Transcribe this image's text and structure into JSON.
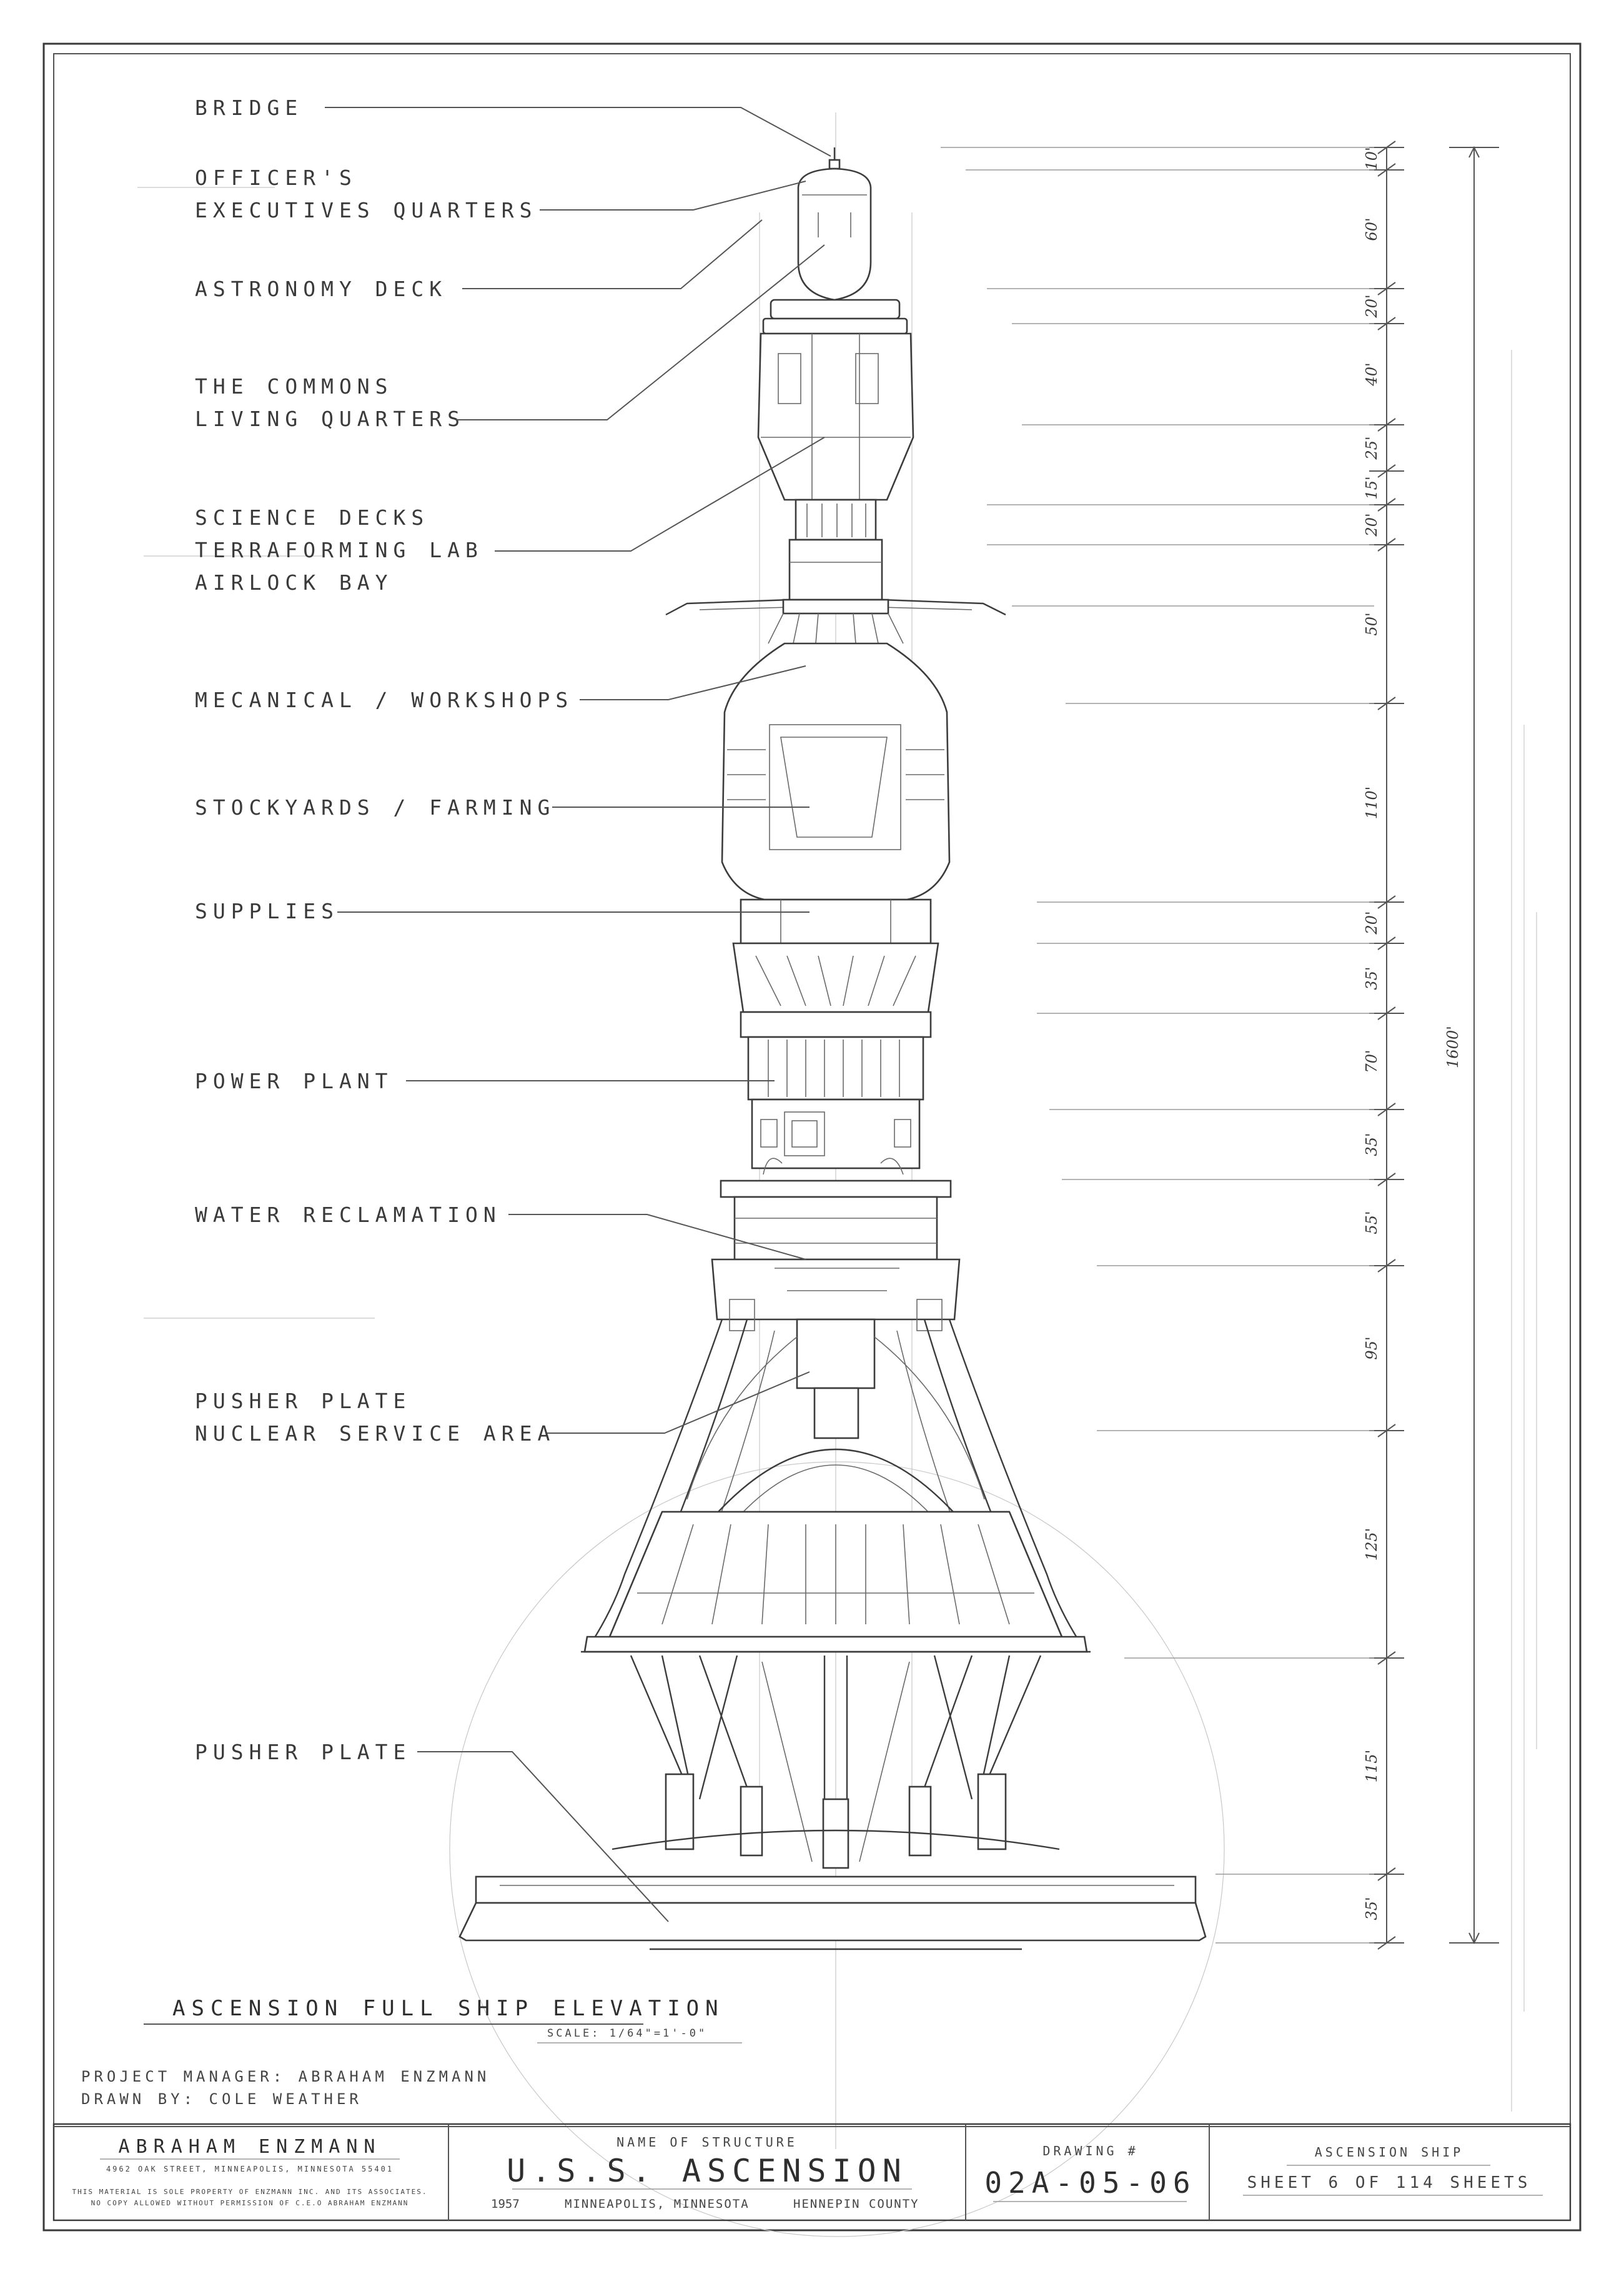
{
  "drawing_title": "ASCENSION FULL SHIP ELEVATION",
  "scale": "SCALE: 1/64\"=1'-0\"",
  "credits": {
    "project_manager": "PROJECT MANAGER: ABRAHAM ENZMANN",
    "drawn_by": "DRAWN BY: COLE WEATHER"
  },
  "labels": [
    {
      "line1": "BRIDGE",
      "line2": ""
    },
    {
      "line1": "OFFICER'S",
      "line2": "EXECUTIVES QUARTERS"
    },
    {
      "line1": "ASTRONOMY DECK",
      "line2": ""
    },
    {
      "line1": "THE COMMONS",
      "line2": "LIVING QUARTERS"
    },
    {
      "line1": "SCIENCE DECKS",
      "line2": "TERRAFORMING LAB",
      "line3": "AIRLOCK BAY"
    },
    {
      "line1": "MECANICAL / WORKSHOPS",
      "line2": ""
    },
    {
      "line1": "STOCKYARDS / FARMING",
      "line2": ""
    },
    {
      "line1": "SUPPLIES",
      "line2": ""
    },
    {
      "line1": "POWER PLANT",
      "line2": ""
    },
    {
      "line1": "WATER RECLAMATION",
      "line2": ""
    },
    {
      "line1": "PUSHER PLATE",
      "line2": "NUCLEAR SERVICE AREA"
    },
    {
      "line1": "PUSHER PLATE",
      "line2": ""
    }
  ],
  "dimensions": {
    "segments": [
      "10'",
      "60'",
      "20'",
      "40'",
      "25'",
      "15'",
      "20'",
      "50'",
      "110'",
      "20'",
      "35'",
      "70'",
      "35'",
      "55'",
      "95'",
      "125'",
      "115'",
      "35'"
    ],
    "overall": "1600'"
  },
  "title_block": {
    "company": "ABRAHAM ENZMANN",
    "address": "4962 OAK STREET, MINNEAPOLIS, MINNESOTA 55401",
    "legal_line1": "THIS MATERIAL IS SOLE PROPERTY OF ENZMANN INC. AND ITS ASSOCIATES.",
    "legal_line2": "NO COPY ALLOWED WITHOUT PERMISSION OF C.E.O ABRAHAM ENZMANN",
    "structure_caption": "NAME OF STRUCTURE",
    "structure_name": "U.S.S. ASCENSION",
    "year": "1957",
    "city": "MINNEAPOLIS, MINNESOTA",
    "county": "HENNEPIN COUNTY",
    "drawing_caption": "DRAWING #",
    "drawing_number": "02A-05-06",
    "project": "ASCENSION SHIP",
    "sheet": "SHEET 6 OF 114 SHEETS"
  }
}
